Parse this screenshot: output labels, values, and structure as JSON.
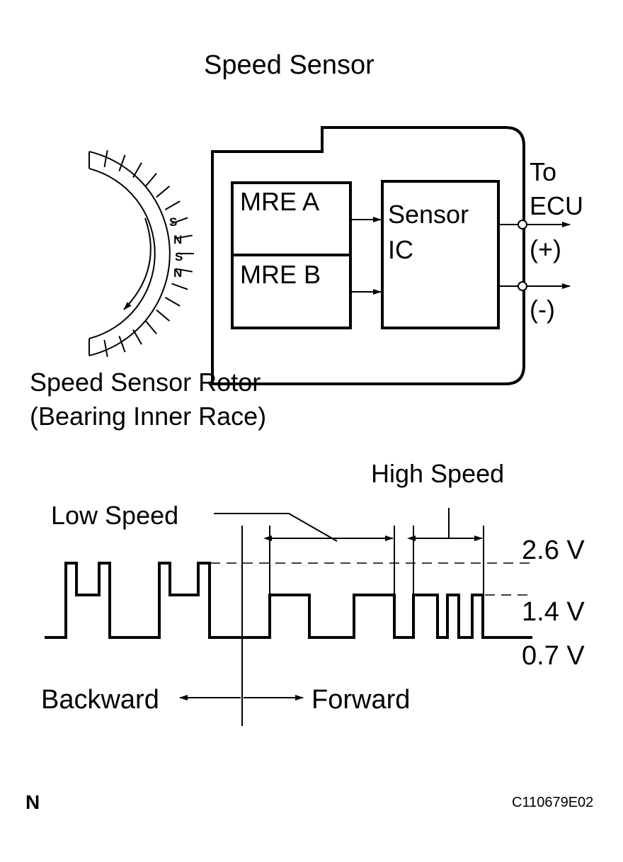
{
  "labels": {
    "speed_sensor": "Speed Sensor",
    "mre_a": "MRE A",
    "mre_b": "MRE B",
    "sensor_ic_line1": "Sensor",
    "sensor_ic_line2": "IC",
    "to": "To",
    "ecu": "ECU",
    "plus": "(+)",
    "minus": "(-)",
    "rotor_line1": "Speed Sensor Rotor",
    "rotor_line2": "(Bearing Inner Race)",
    "high_speed": "High Speed",
    "low_speed": "Low Speed",
    "v_high": "2.6 V",
    "v_mid": "1.4 V",
    "v_low": "0.7 V",
    "backward": "Backward",
    "forward": "Forward",
    "corner_mark": "N",
    "figure_code": "C110679E02"
  },
  "rotor_poles": [
    "S",
    "N",
    "S",
    "N"
  ]
}
